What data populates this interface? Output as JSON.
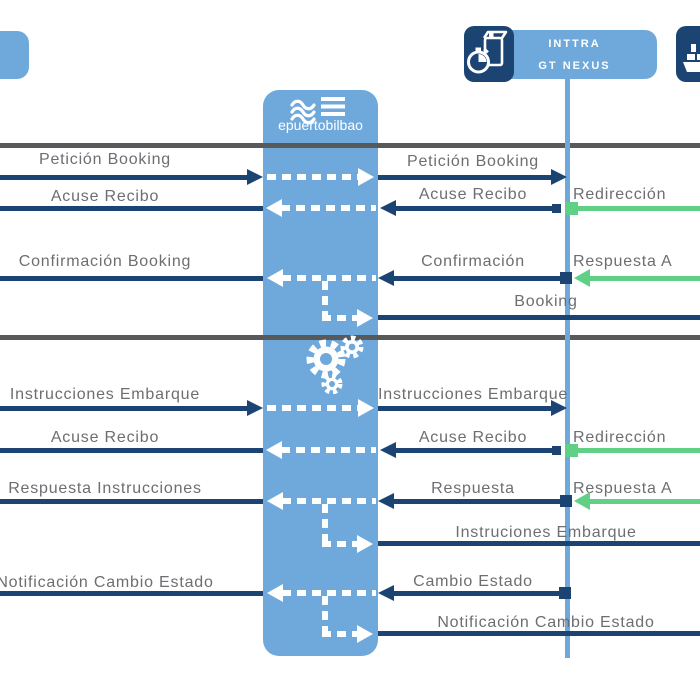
{
  "entities": {
    "center": {
      "name": "epuertobilbao",
      "icon": "waves-logo-icon",
      "mid_icon": "gears-icon"
    },
    "inttra": {
      "line1": "INTTRA",
      "line2": "GT NEXUS",
      "icon": "package-stopwatch-icon"
    },
    "right_partial": {
      "icon": "ship-icon"
    },
    "left_partial": {
      "icon": "entity-box-corner"
    }
  },
  "colors": {
    "light-blue": "#6FA9DC",
    "navy": "#1B4472",
    "green": "#5FD085",
    "gray-line": "#58595B",
    "gray-text": "#6D6E71"
  },
  "sections": [
    {
      "left": [
        {
          "label": "Petición Booking",
          "direction": "right"
        },
        {
          "label": "Acuse Recibo",
          "direction": "left"
        },
        {
          "label": "Confirmación Booking",
          "direction": "left"
        }
      ],
      "right": [
        {
          "label": "Petición Booking",
          "direction": "right"
        },
        {
          "label": "Acuse Recibo",
          "direction": "left",
          "green": "Redirección"
        },
        {
          "label": "Confirmación",
          "direction": "left",
          "green": "Respuesta A"
        },
        {
          "label": "Booking",
          "direction": "right"
        }
      ]
    },
    {
      "left": [
        {
          "label": "Instrucciones Embarque",
          "direction": "right"
        },
        {
          "label": "Acuse Recibo",
          "direction": "left"
        },
        {
          "label": "Respuesta Instrucciones",
          "direction": "left"
        }
      ],
      "right": [
        {
          "label": "Instrucciones Embarque",
          "direction": "right"
        },
        {
          "label": "Acuse Recibo",
          "direction": "left",
          "green": "Redirección"
        },
        {
          "label": "Respuesta",
          "direction": "left",
          "green": "Respuesta A"
        },
        {
          "label": "Instruciones Embarque",
          "direction": "right"
        }
      ]
    },
    {
      "left": [
        {
          "label": "Notificación Cambio Estado",
          "direction": "left"
        }
      ],
      "right": [
        {
          "label": "Cambio Estado",
          "direction": "left"
        },
        {
          "label": "Notificación Cambio Estado",
          "direction": "right"
        }
      ]
    }
  ]
}
